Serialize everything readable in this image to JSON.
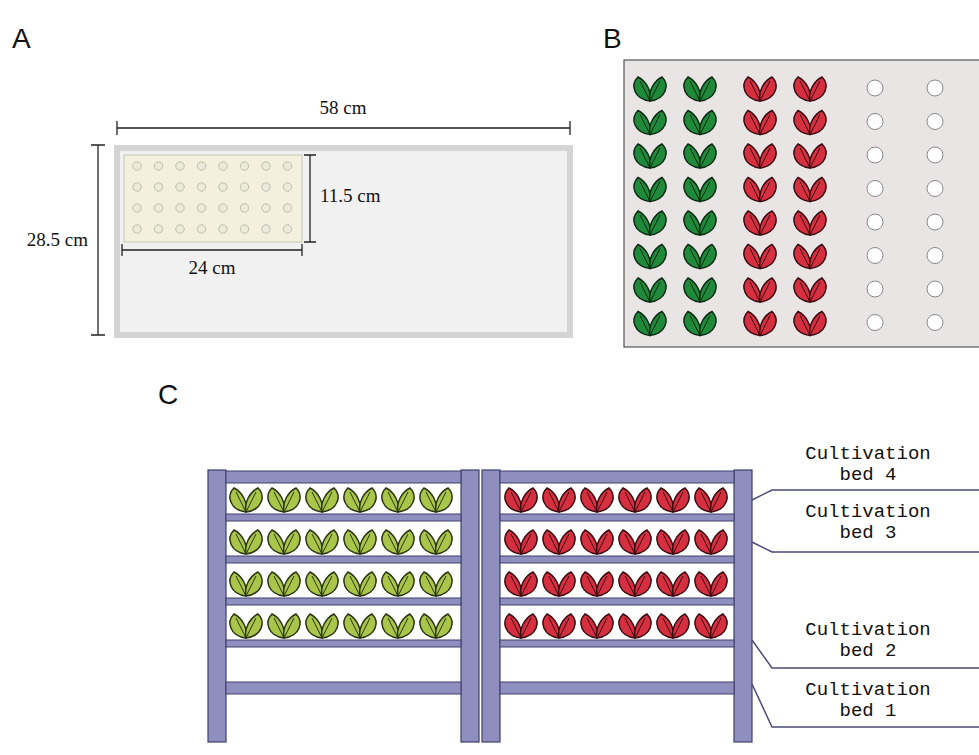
{
  "diagram": {
    "labels": [
      "A",
      "58 cm",
      "28.5 cm",
      "11.5 cm",
      "24 cm",
      "B",
      "C",
      "Cultivation bed 4",
      "Cultivation bed 3",
      "Cultivation bed 2",
      "Cultivation bed 1"
    ]
  }
}
